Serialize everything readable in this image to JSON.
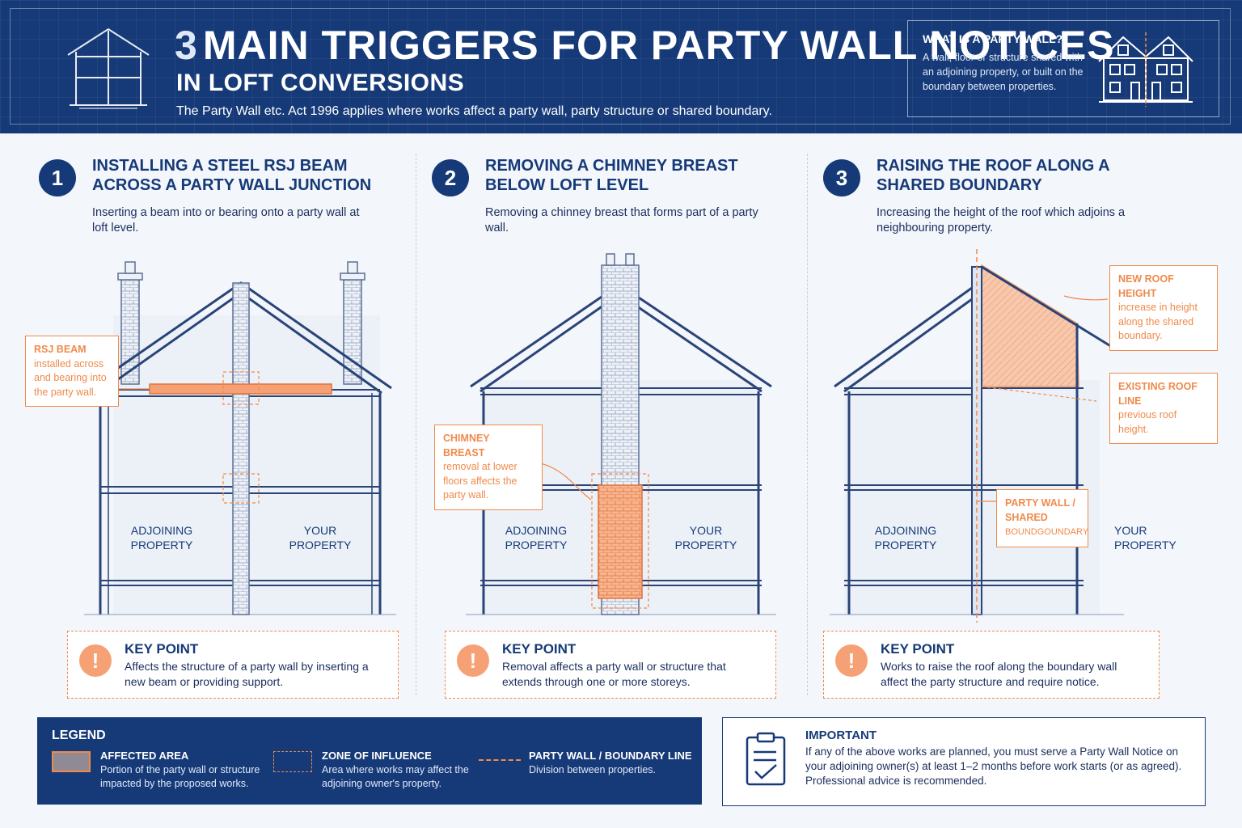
{
  "header": {
    "title_number": "3",
    "title_main": "MAIN TRIGGERS FOR PARTY WALL NOTICES",
    "subtitle": "IN LOFT CONVERSIONS",
    "description": "The Party Wall etc. Act 1996 applies where works affect a party wall, party structure or shared boundary.",
    "what_is": {
      "title": "WHAT IS A PARTY WALL?",
      "text": "A wall, floor or structure shared with an adjoining property, or built on the boundary between properties."
    }
  },
  "panels": [
    {
      "number": "1",
      "title": "INSTALLING A STEEL RSJ BEAM ACROSS A PARTY WALL JUNCTION",
      "description": "Inserting a beam into or bearing onto a party wall at loft level.",
      "callouts": [
        {
          "title": "RSJ BEAM",
          "text": "installed across and bearing into the party wall."
        }
      ],
      "left_label": "ADJOINING PROPERTY",
      "right_label": "YOUR PROPERTY",
      "key_title": "KEY POINT",
      "key_text": "Affects the structure of a party wall by inserting a new beam or providing support."
    },
    {
      "number": "2",
      "title": "REMOVING A CHIMNEY BREAST BELOW LOFT LEVEL",
      "description": "Removing a chinney breast that forms part of a party wall.",
      "callouts": [
        {
          "title": "CHIMNEY BREAST",
          "text": "removal at lower floors affects the party wall."
        }
      ],
      "left_label": "ADJOINING PROPERTY",
      "right_label": "YOUR PROPERTY",
      "key_title": "KEY POINT",
      "key_text": "Removal affects a party wall or structure that extends through one or more storeys."
    },
    {
      "number": "3",
      "title": "RAISING THE ROOF ALONG A SHARED BOUNDARY",
      "description": "Increasing the height of the roof which adjoins a neighbouring property.",
      "callouts": [
        {
          "title": "NEW ROOF HEIGHT",
          "text": "increase in height along the shared boundary."
        },
        {
          "title": "EXISTING ROOF LINE",
          "text": "previous roof height."
        },
        {
          "title": "PARTY WALL / SHARED",
          "text": "BOUNDGOUNDARY"
        }
      ],
      "left_label": "ADJOINING PROPERTY",
      "right_label": "YOUR PROPERTY",
      "key_title": "KEY POINT",
      "key_text": "Works to raise the roof along the boundary wall affect the party structure and require notice."
    }
  ],
  "legend": {
    "title": "LEGEND",
    "items": [
      {
        "name": "AFFECTED AREA",
        "desc": "Portion of the party wall or structure impacted by the proposed works."
      },
      {
        "name": "ZONE OF INFLUENCE",
        "desc": "Area where works may affect the adjoining owner's property."
      },
      {
        "name": "PARTY WALL / BOUNDARY LINE",
        "desc": "Division between properties."
      }
    ]
  },
  "important": {
    "title": "IMPORTANT",
    "text": "If any of the above works are planned, you must serve a Party Wall Notice on your adjoining owner(s) at least 1–2 months before work starts (or as agreed). Professional advice is recommended."
  },
  "colors": {
    "navy": "#163a78",
    "accent": "#f08a4b",
    "affected": "#f6a175",
    "background": "#f3f6fb"
  }
}
